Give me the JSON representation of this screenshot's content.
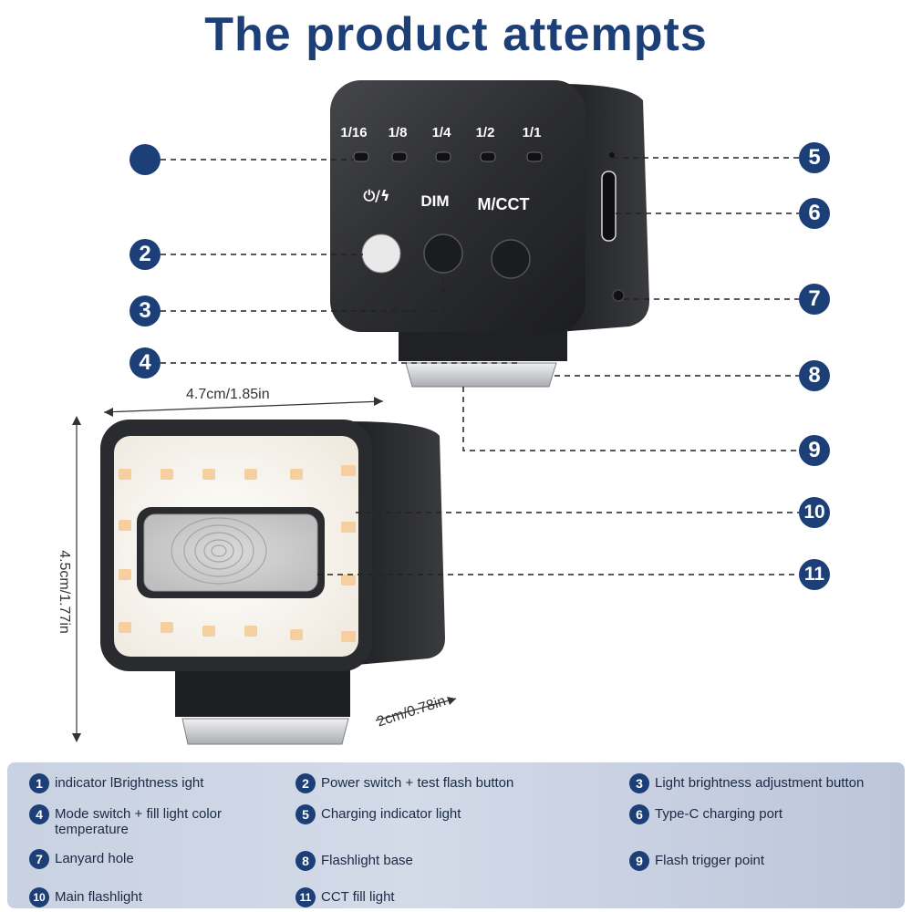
{
  "title": "The product attempts",
  "device_top": {
    "levels": [
      "1/16",
      "1/8",
      "1/4",
      "1/2",
      "1/1"
    ],
    "power_symbol": "⏻/ϟ",
    "dim_label": "DIM",
    "mcct_label": "M/CCT"
  },
  "callouts": [
    "",
    "2",
    "3",
    "4",
    "5",
    "6",
    "7",
    "8",
    "9",
    "10",
    "11"
  ],
  "dimensions": {
    "width": "4.7cm/1.85in",
    "height": "4.5cm/1.77in",
    "depth": "2cm/0.78in"
  },
  "legend": [
    {
      "num": "1",
      "text": "indicator lBrightness ight"
    },
    {
      "num": "2",
      "text": "Power switch + test flash button"
    },
    {
      "num": "3",
      "text": "Light brightness adjustment button"
    },
    {
      "num": "4",
      "text": "Mode switch + fill light color temperature"
    },
    {
      "num": "5",
      "text": "Charging indicator light"
    },
    {
      "num": "6",
      "text": "Type-C charging port"
    },
    {
      "num": "7",
      "text": "Lanyard hole"
    },
    {
      "num": "8",
      "text": "Flashlight base"
    },
    {
      "num": "9",
      "text": "Flash trigger point"
    },
    {
      "num": "10",
      "text": "Main flashlight"
    },
    {
      "num": "11",
      "text": "CCT fill light"
    }
  ],
  "colors": {
    "accent": "#1d3f78",
    "device_body": "#2a2b2e",
    "panel": "#f7f4ee",
    "led": "#f6cfa0"
  }
}
